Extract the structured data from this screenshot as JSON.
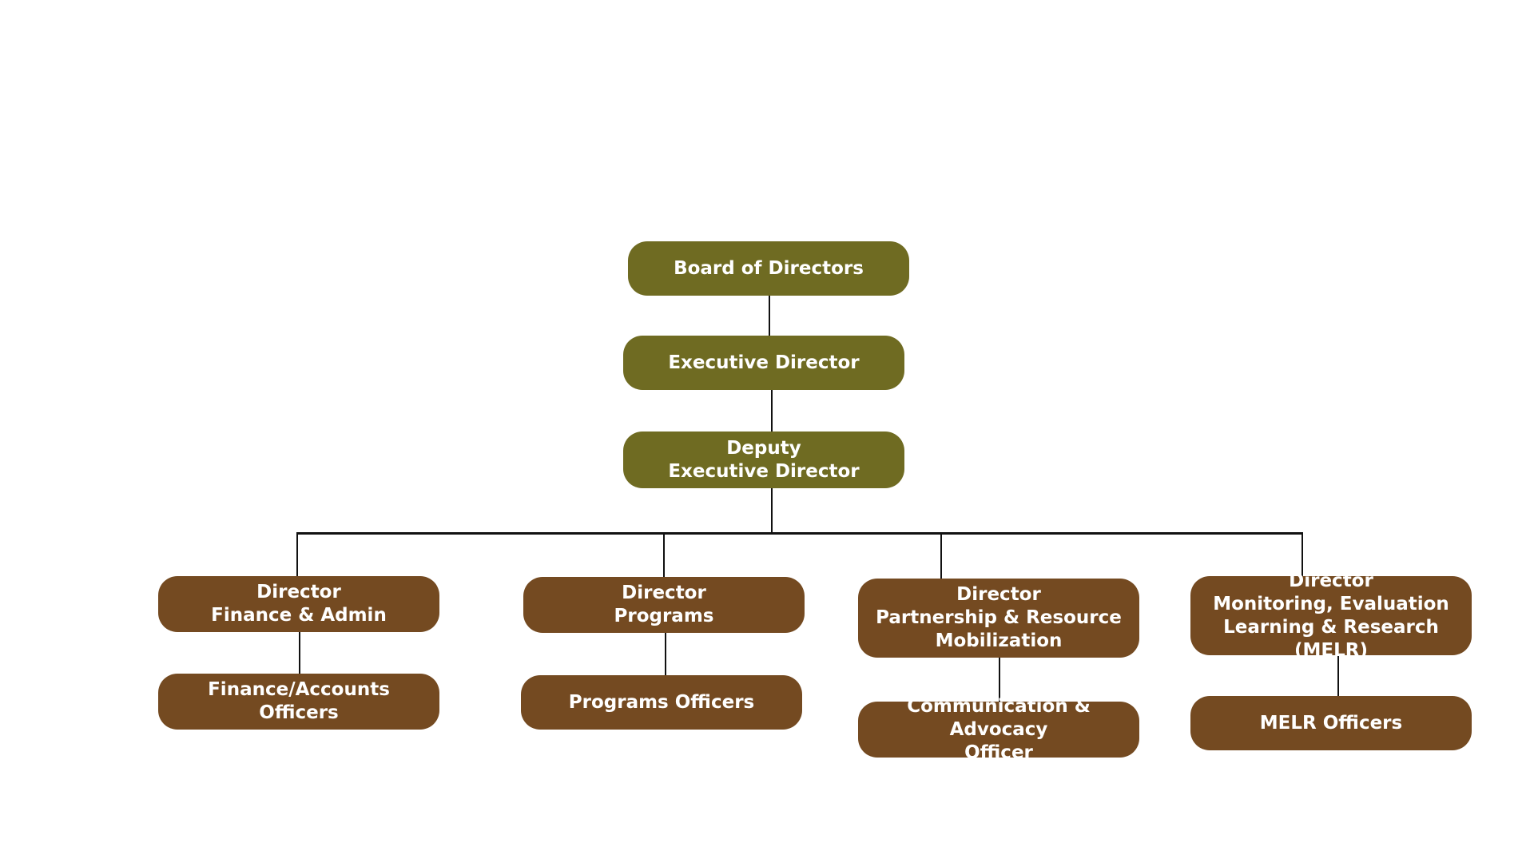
{
  "colors": {
    "executive": "#6f6b22",
    "department": "#744a21",
    "connector": "#111111",
    "text": "#ffffff"
  },
  "nodes": {
    "board": "Board of Directors",
    "executive_director": "Executive Director",
    "deputy": "Deputy\nExecutive Director",
    "dir_finance": "Director\nFinance & Admin",
    "finance_officers": "Finance/Accounts\nOfficers",
    "dir_programs": "Director\nPrograms",
    "programs_officers": "Programs Officers",
    "dir_partnership": "Director\nPartnership & Resource\nMobilization",
    "comm_officer": "Communication & Advocacy\nOfficer",
    "dir_melr": "Director\nMonitoring, Evaluation\nLearning & Research (MELR)",
    "melr_officers": "MELR Officers"
  }
}
